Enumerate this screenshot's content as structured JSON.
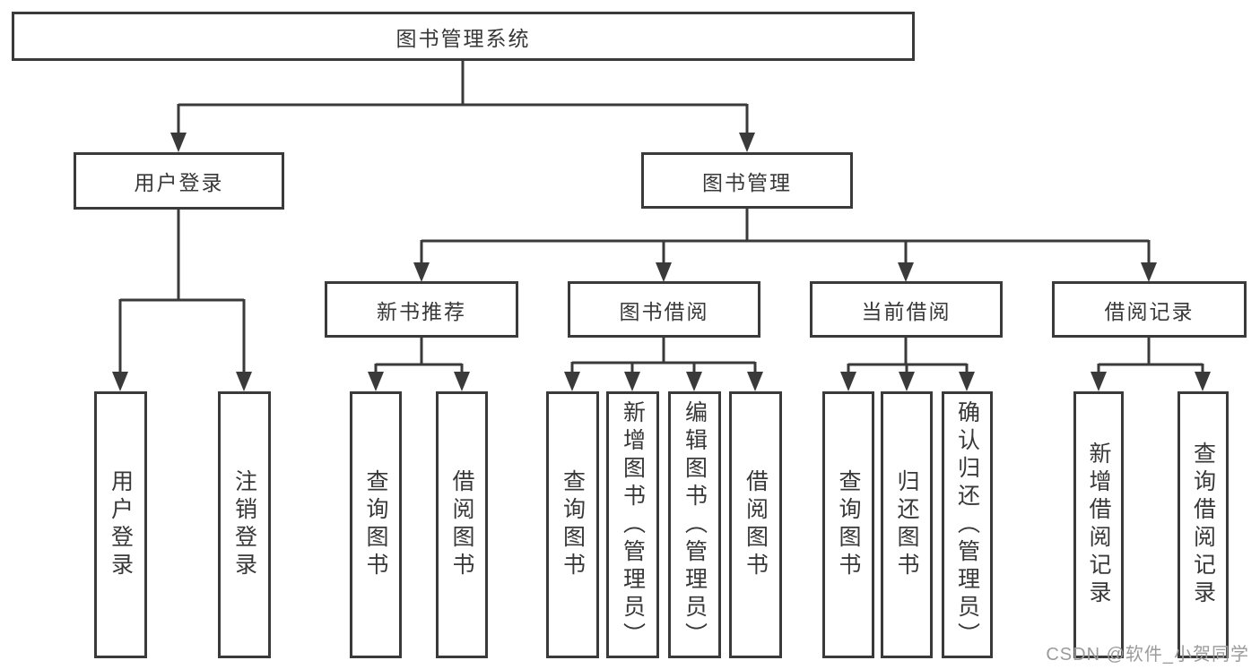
{
  "tree": {
    "root": {
      "label": "图书管理系统"
    },
    "branches": [
      {
        "label": "用户登录",
        "children": [
          {
            "label": "用户登录"
          },
          {
            "label": "注销登录"
          }
        ]
      },
      {
        "label": "图书管理",
        "children": [
          {
            "label": "新书推荐",
            "children": [
              {
                "label": "查询图书"
              },
              {
                "label": "借阅图书"
              }
            ]
          },
          {
            "label": "图书借阅",
            "children": [
              {
                "label": "查询图书"
              },
              {
                "label": "新增图书（管理员）"
              },
              {
                "label": "编辑图书（管理员）"
              },
              {
                "label": "借阅图书"
              }
            ]
          },
          {
            "label": "当前借阅",
            "children": [
              {
                "label": "查询图书"
              },
              {
                "label": "归还图书"
              },
              {
                "label": "确认归还（管理员）"
              }
            ]
          },
          {
            "label": "借阅记录",
            "children": [
              {
                "label": "新增借阅记录"
              },
              {
                "label": "查询借阅记录"
              }
            ]
          }
        ]
      }
    ]
  },
  "watermark": {
    "text": "CSDN @软件_小贺同学"
  },
  "colors": {
    "line": "#3a3a3a",
    "text": "#383838",
    "background": "#ffffff",
    "watermark": "#9b9b9b"
  }
}
